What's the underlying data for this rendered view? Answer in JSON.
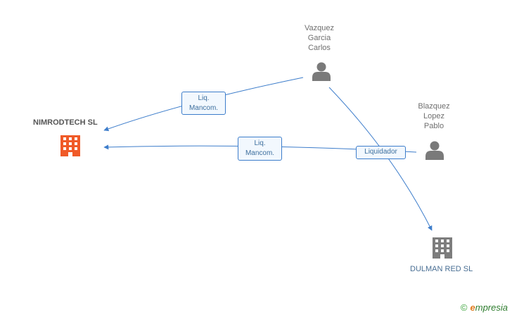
{
  "nodes": {
    "person_vazquez": {
      "label": "Vazquez\nGarcia\nCarlos",
      "icon": "person-icon"
    },
    "person_blazquez": {
      "label": "Blazquez\nLopez\nPablo",
      "icon": "person-icon"
    },
    "company_nimrodtech": {
      "label": "NIMRODTECH SL",
      "icon": "building-icon",
      "color": "#f05a28"
    },
    "company_dulman": {
      "label": "DULMAN RED SL",
      "icon": "building-icon",
      "color": "#7d7d7d"
    }
  },
  "edges": [
    {
      "from": "person_vazquez",
      "to": "company_nimrodtech",
      "label": "Liq.\nMancom."
    },
    {
      "from": "person_blazquez",
      "to": "company_nimrodtech",
      "label": "Liq.\nMancom."
    },
    {
      "from": "person_vazquez",
      "to": "company_dulman",
      "label": "Liquidador"
    }
  ],
  "colors": {
    "edge": "#3d7dcb",
    "person": "#7a7a7a"
  },
  "watermark": {
    "symbol": "©",
    "brand_first": "e",
    "brand_rest": "mpresia"
  }
}
